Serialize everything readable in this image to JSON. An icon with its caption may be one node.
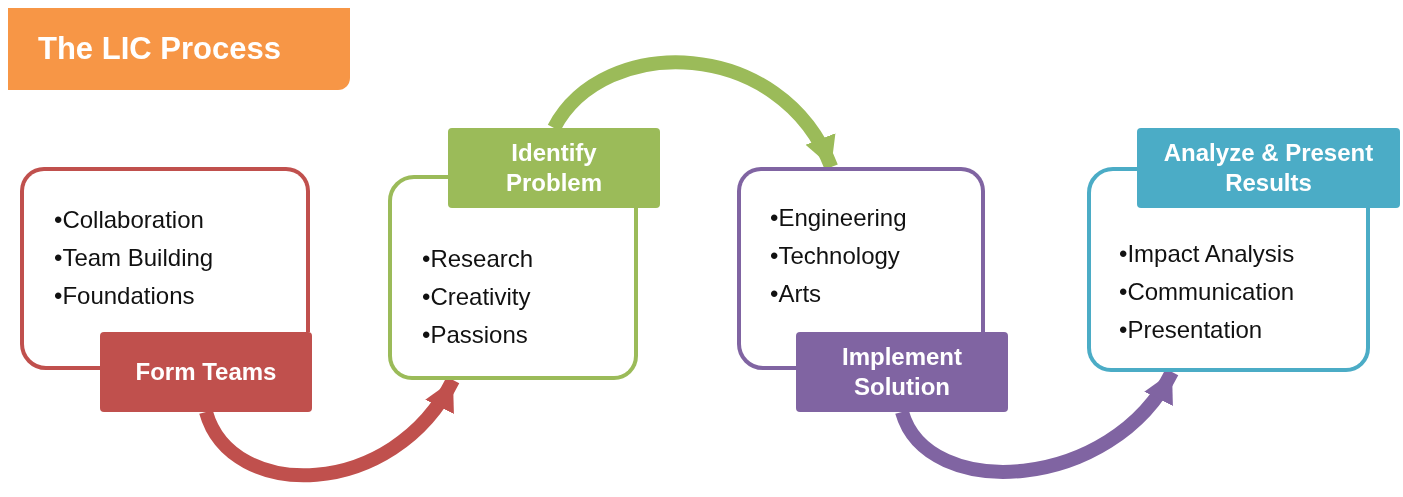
{
  "diagram": {
    "title": "The LIC Process",
    "nodes": [
      {
        "text": [
          "•Collaboration",
          "•Team Building",
          "•Foundations"
        ]
      },
      {
        "text": [
          "Form Teams"
        ]
      },
      {
        "text": [
          "Identify Problem"
        ]
      },
      {
        "text": [
          "•Research",
          "•Creativity",
          "•Passions"
        ]
      },
      {
        "text": [
          "•Engineering",
          "•Technology",
          "•Arts"
        ]
      },
      {
        "text": [
          "Implement Solution"
        ]
      },
      {
        "text": [
          "Analyze & Present Results"
        ]
      },
      {
        "text": [
          "•Impact Analysis",
          "•Communication",
          "•Presentation"
        ]
      }
    ],
    "edges": [
      {
        "from": 1,
        "to": 3,
        "arrow": "to",
        "color": "#c0504d"
      },
      {
        "from": 2,
        "to": 4,
        "arrow": "to",
        "color": "#9bbb59"
      },
      {
        "from": 5,
        "to": 7,
        "arrow": "to",
        "color": "#8064a2"
      }
    ]
  }
}
